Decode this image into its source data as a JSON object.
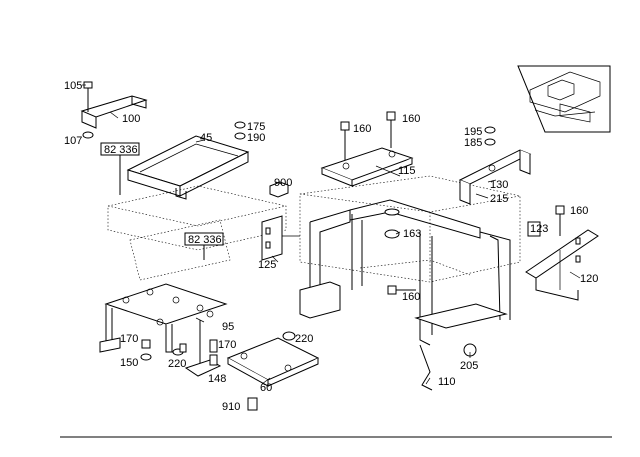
{
  "callouts": [
    {
      "id": "c105",
      "text": "105"
    },
    {
      "id": "c100",
      "text": "100"
    },
    {
      "id": "c107",
      "text": "107"
    },
    {
      "id": "c82336a",
      "text": "82 336"
    },
    {
      "id": "c45",
      "text": "45"
    },
    {
      "id": "c175",
      "text": "175"
    },
    {
      "id": "c190",
      "text": "190"
    },
    {
      "id": "c160a",
      "text": "160"
    },
    {
      "id": "c160b",
      "text": "160"
    },
    {
      "id": "c195",
      "text": "195"
    },
    {
      "id": "c185",
      "text": "185"
    },
    {
      "id": "c900",
      "text": "900"
    },
    {
      "id": "c115",
      "text": "115"
    },
    {
      "id": "c130",
      "text": "130"
    },
    {
      "id": "c215",
      "text": "215"
    },
    {
      "id": "c82336b",
      "text": "82 336"
    },
    {
      "id": "c163",
      "text": "163"
    },
    {
      "id": "c123",
      "text": "123"
    },
    {
      "id": "c160c",
      "text": "160"
    },
    {
      "id": "c125",
      "text": "125"
    },
    {
      "id": "c120",
      "text": "120"
    },
    {
      "id": "c160d",
      "text": "160"
    },
    {
      "id": "c95",
      "text": "95"
    },
    {
      "id": "c170a",
      "text": "170"
    },
    {
      "id": "c150",
      "text": "150"
    },
    {
      "id": "c220a",
      "text": "220"
    },
    {
      "id": "c170b",
      "text": "170"
    },
    {
      "id": "c220b",
      "text": "220"
    },
    {
      "id": "c148",
      "text": "148"
    },
    {
      "id": "c60",
      "text": "60"
    },
    {
      "id": "c205",
      "text": "205"
    },
    {
      "id": "c110",
      "text": "110"
    },
    {
      "id": "c910",
      "text": "910"
    }
  ]
}
